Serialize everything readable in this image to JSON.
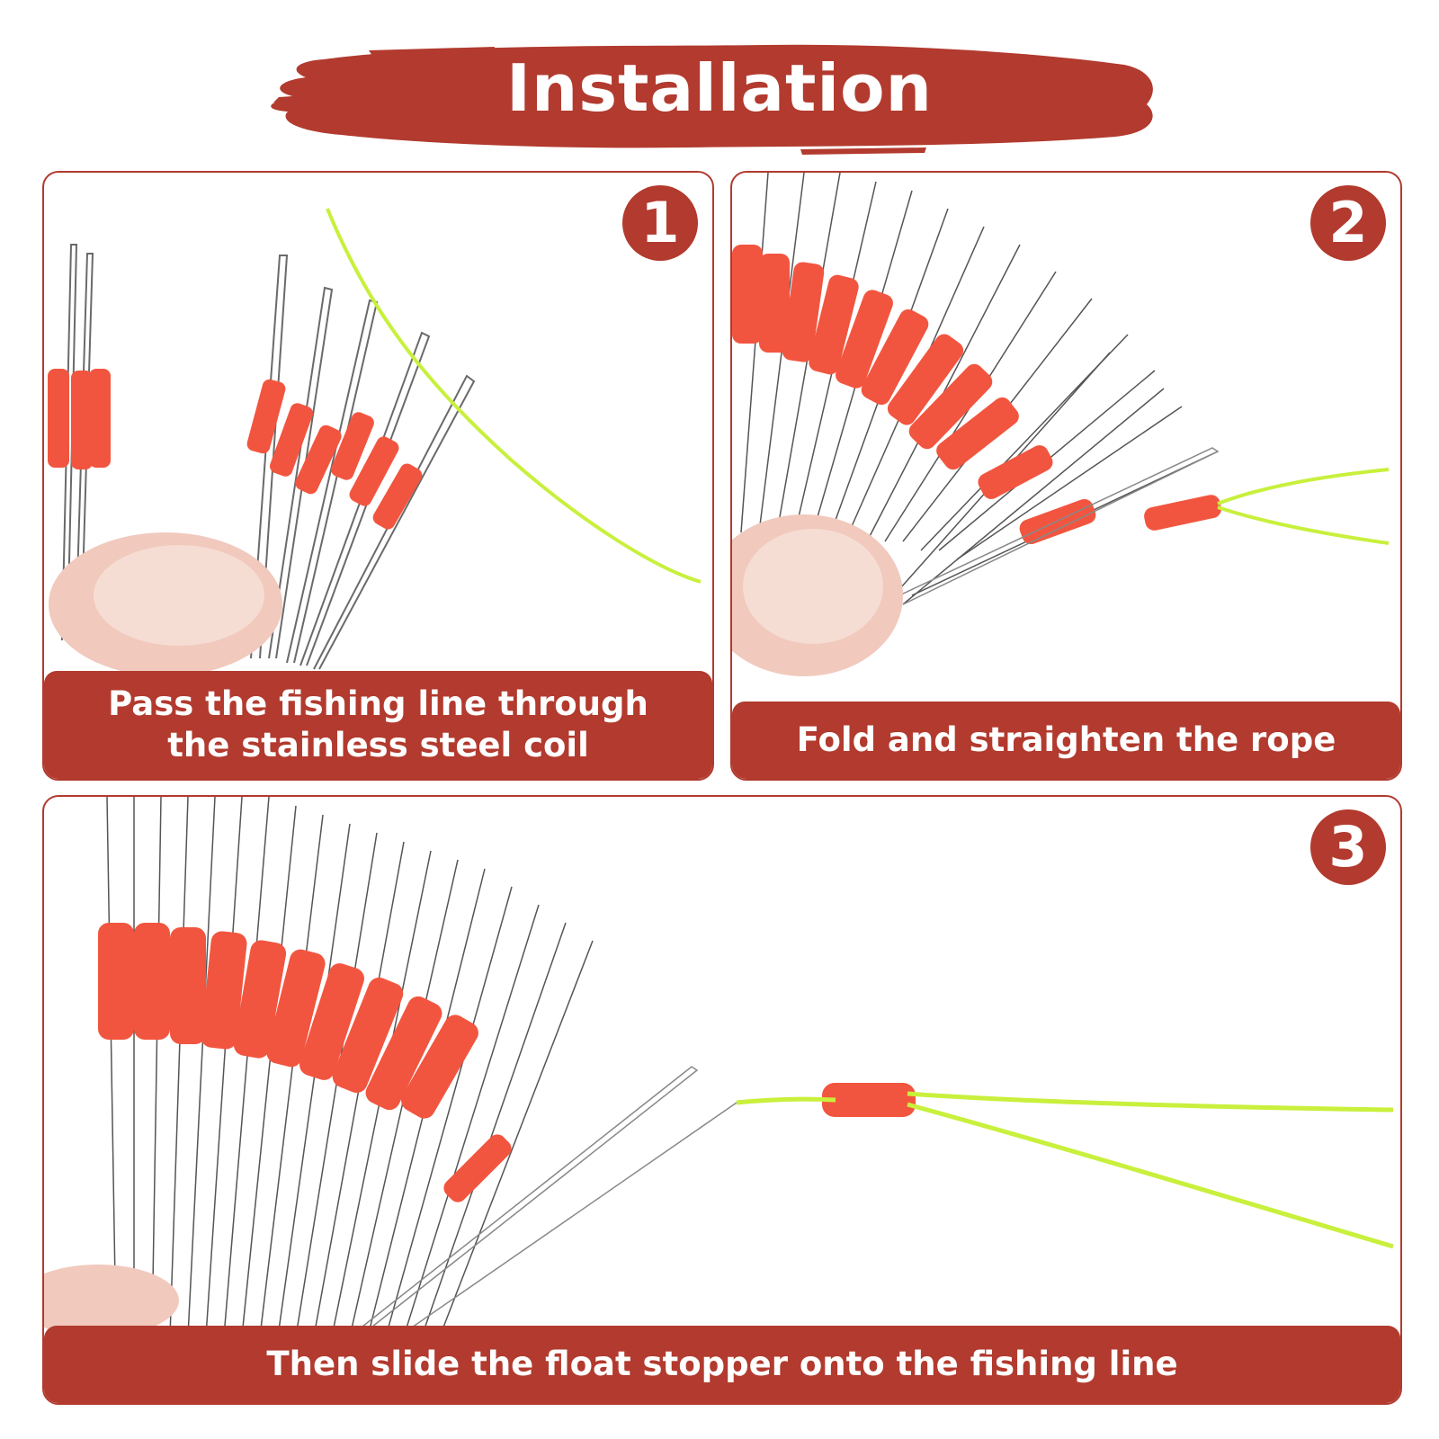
{
  "title": "Installation",
  "steps": [
    {
      "number": "1",
      "caption_line1": "Pass the fishing line through",
      "caption_line2": "the stainless steel coil"
    },
    {
      "number": "2",
      "caption": "Fold and straighten the rope"
    },
    {
      "number": "3",
      "caption": "Then slide the float stopper onto the fishing line"
    }
  ],
  "colors": {
    "accent": "#b23a2e",
    "stopper": "#f2553f",
    "line": "#c8f03c",
    "wire": "#555555",
    "skin": "#f1c9bd"
  }
}
